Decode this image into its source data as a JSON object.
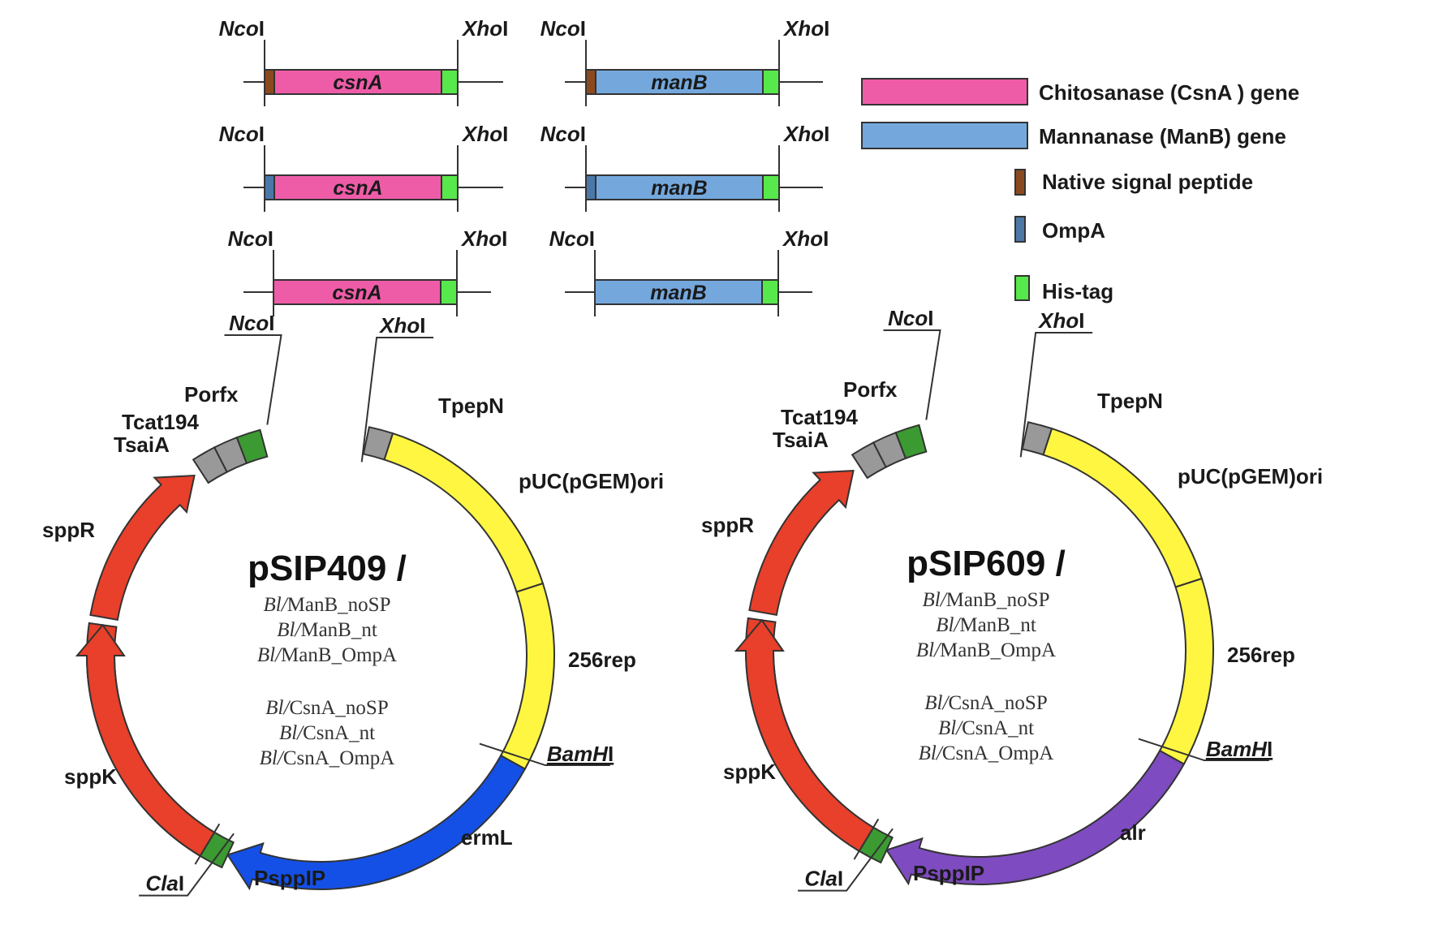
{
  "colors": {
    "csnA": "#ee5ca8",
    "manB": "#74a8dd",
    "native_sp": "#8b4a1e",
    "ompA": "#4c78a8",
    "his_tag": "#57e84b",
    "red_arrow": "#e8402a",
    "yellow": "#fff642",
    "blue_erm": "#1450e6",
    "purple_alr": "#7e4bc0",
    "green": "#3c9a32",
    "gray": "#999999"
  },
  "constructs": {
    "left_column": {
      "gene": "csnA",
      "rows": [
        {
          "five_prime_site": "NcoI",
          "three_prime_site": "XhoI",
          "signal": "native",
          "gene_label": "csnA"
        },
        {
          "five_prime_site": "NcoI",
          "three_prime_site": "XhoI",
          "signal": "ompA",
          "gene_label": "csnA"
        },
        {
          "five_prime_site": "NcoI",
          "three_prime_site": "XhoI",
          "signal": "none",
          "gene_label": "csnA"
        }
      ]
    },
    "right_column": {
      "gene": "manB",
      "rows": [
        {
          "five_prime_site": "NcoI",
          "three_prime_site": "XhoI",
          "signal": "native",
          "gene_label": "manB"
        },
        {
          "five_prime_site": "NcoI",
          "three_prime_site": "XhoI",
          "signal": "ompA",
          "gene_label": "manB"
        },
        {
          "five_prime_site": "NcoI",
          "three_prime_site": "XhoI",
          "signal": "none",
          "gene_label": "manB"
        }
      ]
    }
  },
  "site_text": {
    "nco_main": "Nco",
    "xho_main": "Xho",
    "bam_main": "BamH",
    "cla_main": "Cla",
    "roman": "I"
  },
  "legend": {
    "items": [
      {
        "key": "csnA",
        "label": "Chitosanase (CsnA ) gene"
      },
      {
        "key": "manB",
        "label": "Mannanase (ManB) gene"
      },
      {
        "key": "native_sp",
        "label": "Native signal peptide"
      },
      {
        "key": "ompA",
        "label": "OmpA"
      },
      {
        "key": "his_tag",
        "label": "His-tag"
      }
    ]
  },
  "plasmids": [
    {
      "name": "pSIP409 /",
      "selection_gene": "ermL",
      "selection_color_key": "blue_erm",
      "constructs": [
        "ManB_noSP",
        "ManB_nt",
        "ManB_OmpA",
        "CsnA_noSP",
        "CsnA_nt",
        "CsnA_OmpA"
      ],
      "prefix": "Bl/",
      "features": {
        "porfx": "Porfx",
        "tcat": "Tcat194",
        "tsai": "TsaiA",
        "sppR": "sppR",
        "sppK": "sppK",
        "pspp": "PsppIP",
        "tpepN": "TpepN",
        "ori": "pUC(pGEM)ori",
        "rep": "256rep"
      }
    },
    {
      "name": "pSIP609 /",
      "selection_gene": "alr",
      "selection_color_key": "purple_alr",
      "constructs": [
        "ManB_noSP",
        "ManB_nt",
        "ManB_OmpA",
        "CsnA_noSP",
        "CsnA_nt",
        "CsnA_OmpA"
      ],
      "prefix": "Bl/",
      "features": {
        "porfx": "Porfx",
        "tcat": "Tcat194",
        "tsai": "TsaiA",
        "sppR": "sppR",
        "sppK": "sppK",
        "pspp": "PsppIP",
        "tpepN": "TpepN",
        "ori": "pUC(pGEM)ori",
        "rep": "256rep"
      }
    }
  ]
}
